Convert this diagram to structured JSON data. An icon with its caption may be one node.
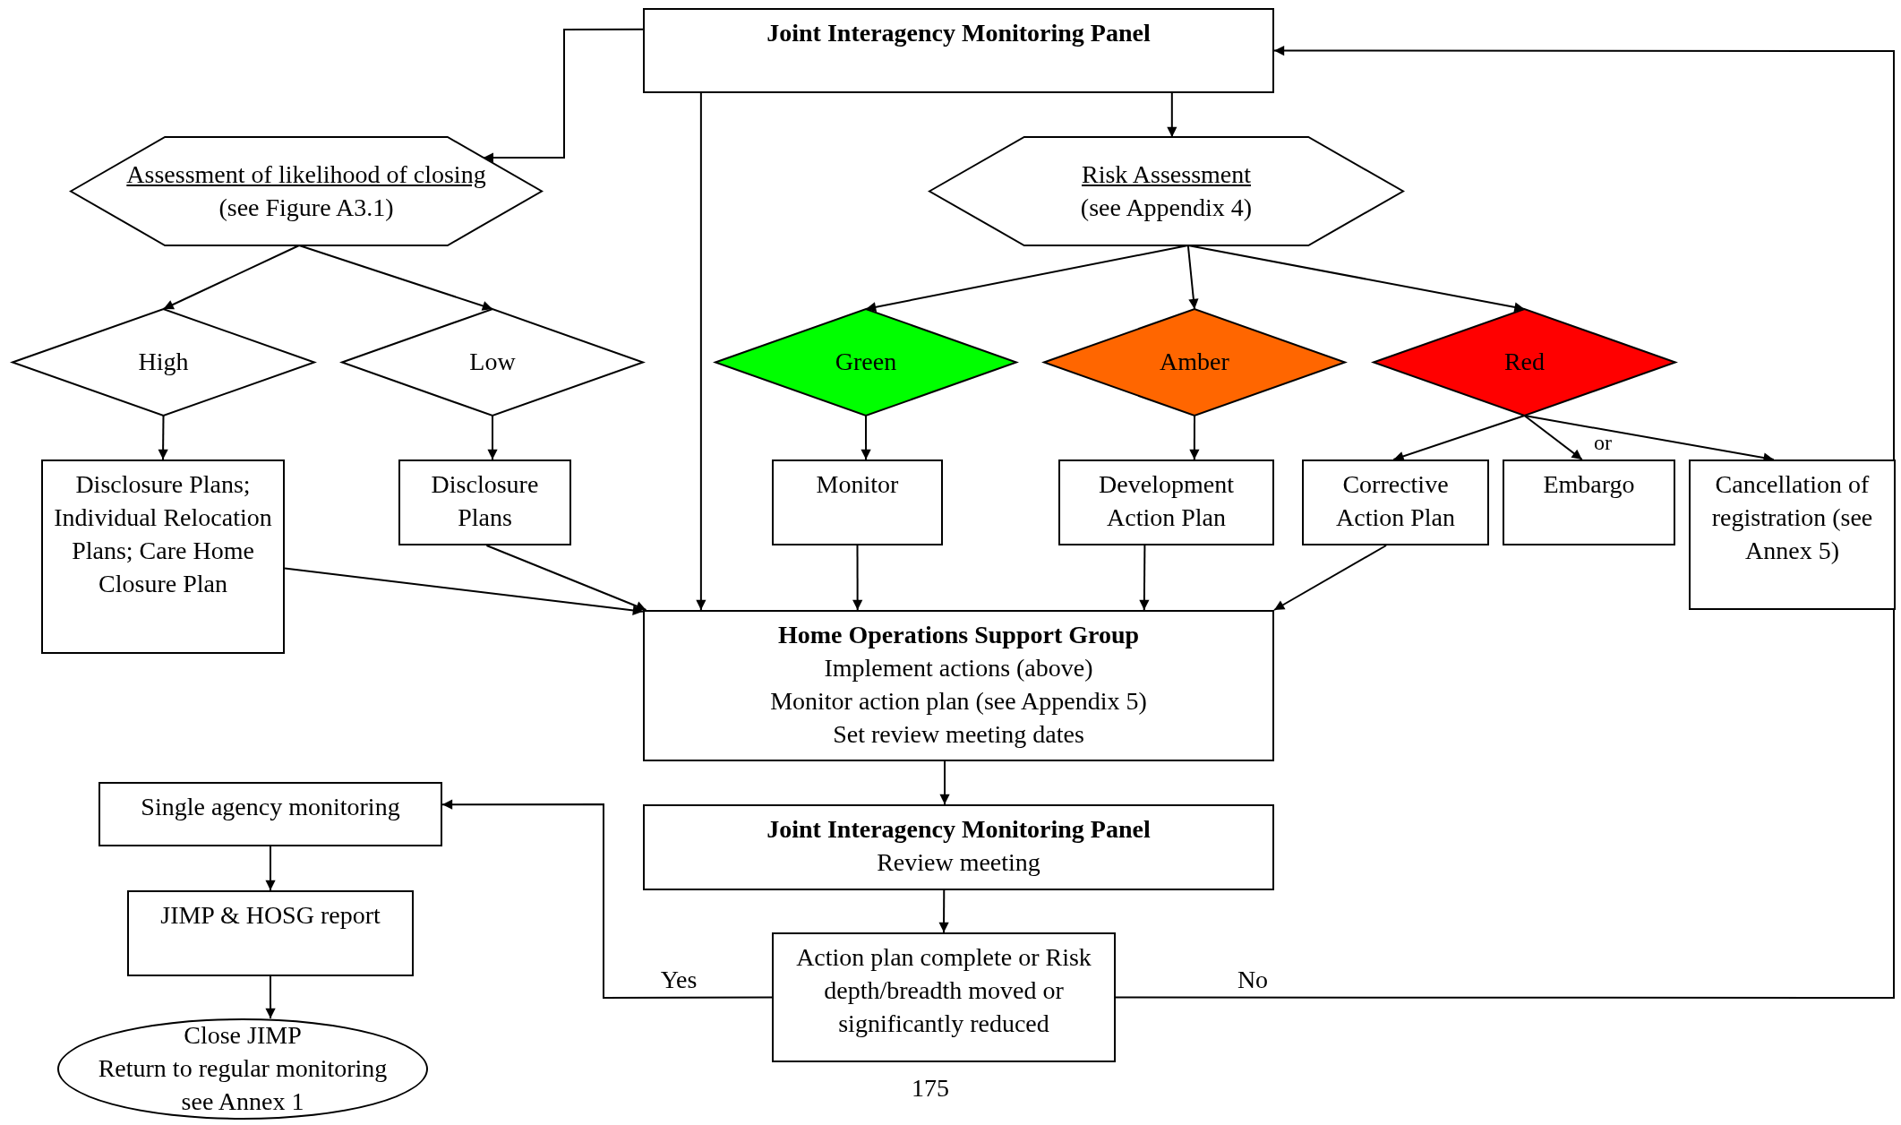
{
  "diagram": {
    "nodes": [
      {
        "text": [
          "Joint Interagency Monitoring Panel"
        ]
      },
      {
        "text": [
          "Assessment of likelihood of closing",
          "(see Figure A3.1)"
        ]
      },
      {
        "text": [
          "Risk Assessment",
          "(see Appendix 4)"
        ]
      },
      {
        "text": [
          "High"
        ]
      },
      {
        "text": [
          "Low"
        ]
      },
      {
        "text": [
          "Green"
        ]
      },
      {
        "text": [
          "Amber"
        ]
      },
      {
        "text": [
          "Red"
        ]
      },
      {
        "text": [
          "Disclosure Plans; Individual Relocation Plans; Care Home Closure Plan"
        ]
      },
      {
        "text": [
          "Disclosure Plans"
        ]
      },
      {
        "text": [
          "Monitor"
        ]
      },
      {
        "text": [
          "Development Action Plan"
        ]
      },
      {
        "text": [
          "Corrective Action Plan"
        ]
      },
      {
        "text": [
          "Embargo"
        ]
      },
      {
        "text": [
          "Cancellation of registration (see Annex 5)"
        ]
      },
      {
        "text": [
          "Home Operations Support Group",
          "Implement actions (above)",
          "Monitor action plan (see Appendix 5)",
          "Set review meeting dates"
        ]
      },
      {
        "text": [
          "Joint Interagency Monitoring Panel",
          "Review meeting"
        ]
      },
      {
        "text": [
          "Action plan complete or Risk depth/breadth moved or significantly reduced"
        ]
      },
      {
        "text": [
          "Single agency monitoring"
        ]
      },
      {
        "text": [
          "JIMP & HOSG report"
        ]
      },
      {
        "text": [
          "Close JIMP",
          "Return to regular monitoring",
          "see Annex 1"
        ]
      }
    ],
    "edges": [
      {
        "from": 0,
        "to": 1,
        "arrow": "to"
      },
      {
        "from": 0,
        "to": 2,
        "arrow": "to"
      },
      {
        "from": 0,
        "to": 15,
        "arrow": "to"
      },
      {
        "from": 1,
        "to": 3,
        "arrow": "to"
      },
      {
        "from": 1,
        "to": 4,
        "arrow": "to"
      },
      {
        "from": 2,
        "to": 5,
        "arrow": "to"
      },
      {
        "from": 2,
        "to": 6,
        "arrow": "to"
      },
      {
        "from": 2,
        "to": 7,
        "arrow": "to"
      },
      {
        "from": 3,
        "to": 8,
        "arrow": "to"
      },
      {
        "from": 4,
        "to": 9,
        "arrow": "to"
      },
      {
        "from": 5,
        "to": 10,
        "arrow": "to"
      },
      {
        "from": 6,
        "to": 11,
        "arrow": "to"
      },
      {
        "from": 7,
        "to": 12,
        "arrow": "to"
      },
      {
        "from": 7,
        "to": 13,
        "arrow": "to"
      },
      {
        "from": 7,
        "to": 14,
        "arrow": "to"
      },
      {
        "from": 8,
        "to": 15,
        "arrow": "to"
      },
      {
        "from": 9,
        "to": 15,
        "arrow": "to"
      },
      {
        "from": 10,
        "to": 15,
        "arrow": "to"
      },
      {
        "from": 11,
        "to": 15,
        "arrow": "to"
      },
      {
        "from": 12,
        "to": 15,
        "arrow": "to"
      },
      {
        "from": 15,
        "to": 16,
        "arrow": "to"
      },
      {
        "from": 16,
        "to": 17,
        "arrow": "to"
      },
      {
        "from": 17,
        "to": 18,
        "arrow": "to",
        "label": "Yes"
      },
      {
        "from": 17,
        "to": 0,
        "arrow": "to",
        "label": "No"
      },
      {
        "from": 18,
        "to": 19,
        "arrow": "to"
      },
      {
        "from": 19,
        "to": 20,
        "arrow": "to"
      }
    ],
    "labels": [
      "or",
      "175"
    ]
  }
}
